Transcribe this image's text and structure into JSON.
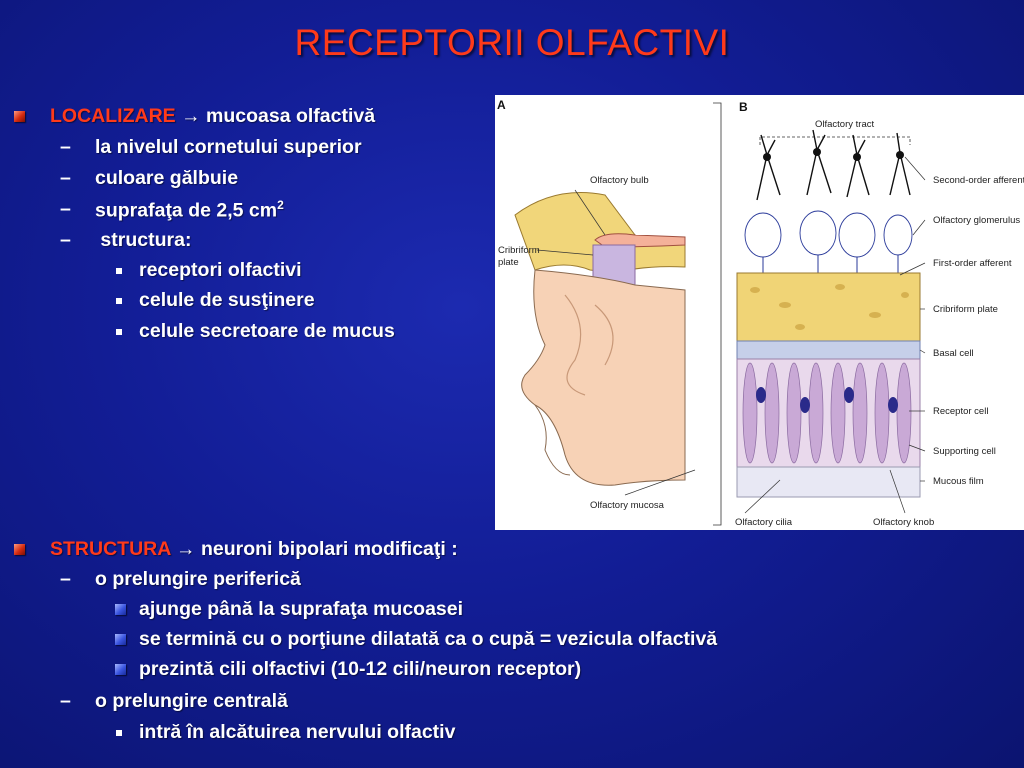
{
  "title": "RECEPTORII OLFACTIVI",
  "section1": {
    "heading_key": "LOCALIZARE",
    "heading_rest": "→  mucoasa olfactivă",
    "dash_items": [
      "la nivelul cornetului superior",
      "culoare gălbuie",
      "suprafaţa de 2,5 cm",
      " structura:"
    ],
    "superscript": "2",
    "sub_items": [
      "receptori olfactivi",
      "celule de susţinere",
      "celule secretoare de mucus"
    ]
  },
  "section2": {
    "heading_key": "STRUCTURA",
    "heading_rest": "→ neuroni bipolari modificaţi :",
    "dash1": "o prelungire periferică",
    "dash1_items": [
      "ajunge până la suprafaţa mucoasei",
      "se termină cu o porţiune dilatată ca o cupă = vezicula olfactivă",
      "prezintă cili olfactivi (10-12 cili/neuron receptor)"
    ],
    "dash2": "o prelungire centrală",
    "dash2_items": [
      "intră în alcătuirea nervului olfactiv"
    ]
  },
  "figure": {
    "panel_a": "A",
    "panel_b": "B",
    "labels_a": [
      "Olfactory bulb",
      "Cribriform",
      "plate",
      "Olfactory mucosa"
    ],
    "label_tract": "Olfactory tract",
    "labels_right": [
      "Second-order afferent",
      "Olfactory glomerulus",
      "First-order afferent",
      "Cribriform plate",
      "Basal cell",
      "Receptor cell",
      "Supporting cell",
      "Mucous film"
    ],
    "labels_bottom": [
      "Olfactory cilia",
      "Olfactory knob"
    ]
  },
  "colors": {
    "title": "#ff3a1a",
    "background": "#121d95",
    "text": "#ffffff"
  }
}
